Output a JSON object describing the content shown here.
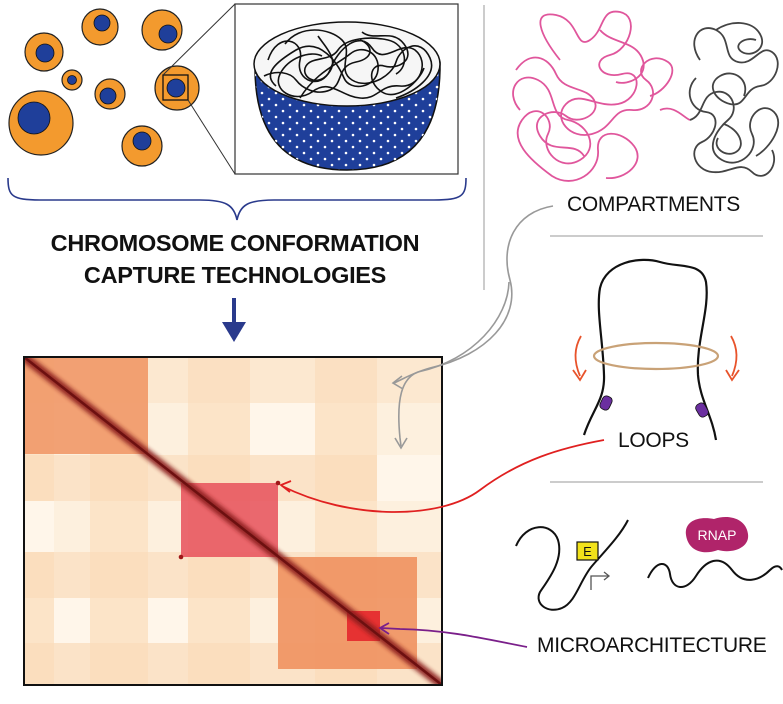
{
  "title": {
    "line1": "CHROMOSOME CONFORMATION",
    "line2": "CAPTURE TECHNOLOGIES"
  },
  "labels": {
    "compartments": "COMPARTMENTS",
    "loops": "LOOPS",
    "microarchitecture": "MICROARCHITECTURE",
    "enhancer": "E",
    "rnap": "RNAP"
  },
  "colors": {
    "cell_fill": "#f39a2e",
    "nucleus_fill": "#1f3f9a",
    "brace": "#2a3a8c",
    "compartment_pink": "#e0569c",
    "compartment_gray": "#444444",
    "cohesin_ring": "#c9a277",
    "loop_arrow": "#e8532b",
    "anchor": "#6b2fa0",
    "enhancer_box": "#f2e21a",
    "rnap": "#b0246a",
    "heatmap_diag": "#8a1c1c",
    "tad_red": "#e6505a",
    "micro_red": "#e63232",
    "arrow_gray": "#999999",
    "arrow_red": "#e02020",
    "arrow_purple": "#7a1f8a"
  }
}
